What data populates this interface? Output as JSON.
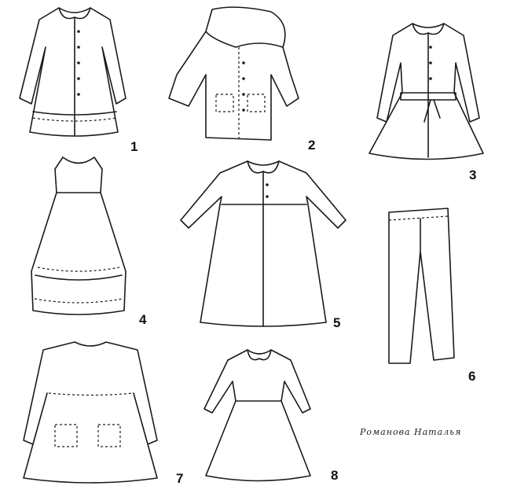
{
  "labels": [
    "1",
    "2",
    "3",
    "4",
    "5",
    "6",
    "7",
    "8"
  ],
  "signature": "Романова   Наталья",
  "colors": {
    "ink": "#1a1a1a",
    "paper": "#ffffff"
  }
}
